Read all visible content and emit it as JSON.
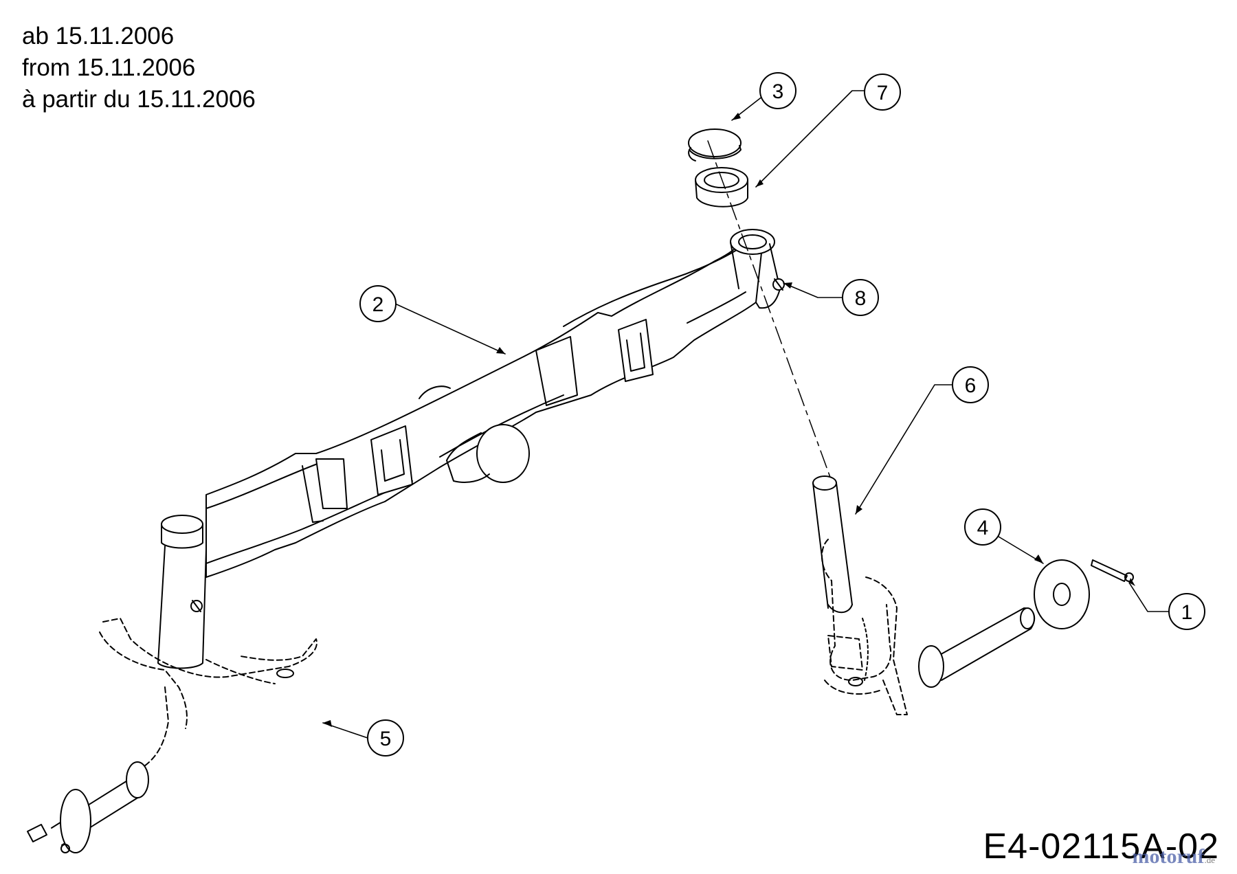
{
  "header": {
    "line_de": "ab 15.11.2006",
    "line_en": "from 15.11.2006",
    "line_fr": "à partir du 15.11.2006"
  },
  "callouts": [
    {
      "num": "1",
      "part": "cotter-pin"
    },
    {
      "num": "2",
      "part": "front-axle"
    },
    {
      "num": "3",
      "part": "dust-cap"
    },
    {
      "num": "4",
      "part": "washer"
    },
    {
      "num": "5",
      "part": "steering-spindle-left"
    },
    {
      "num": "6",
      "part": "steering-spindle-right"
    },
    {
      "num": "7",
      "part": "bushing"
    },
    {
      "num": "8",
      "part": "grease-fitting"
    }
  ],
  "drawing_code": "E4-02115A-02",
  "watermark": {
    "text": "motoruf",
    "suffix": ".de"
  }
}
